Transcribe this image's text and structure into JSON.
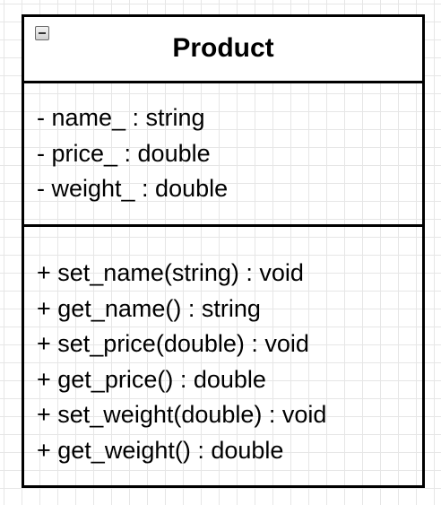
{
  "class_name": "Product",
  "collapse_icon": "minus-icon",
  "attributes": [
    "- name_ : string",
    "- price_ : double",
    "- weight_ : double"
  ],
  "operations": [
    "+ set_name(string) : void",
    "+ get_name() : string",
    "+ set_price(double) : void",
    "+ get_price() : double",
    "+ set_weight(double) : void",
    "+ get_weight() : double"
  ]
}
